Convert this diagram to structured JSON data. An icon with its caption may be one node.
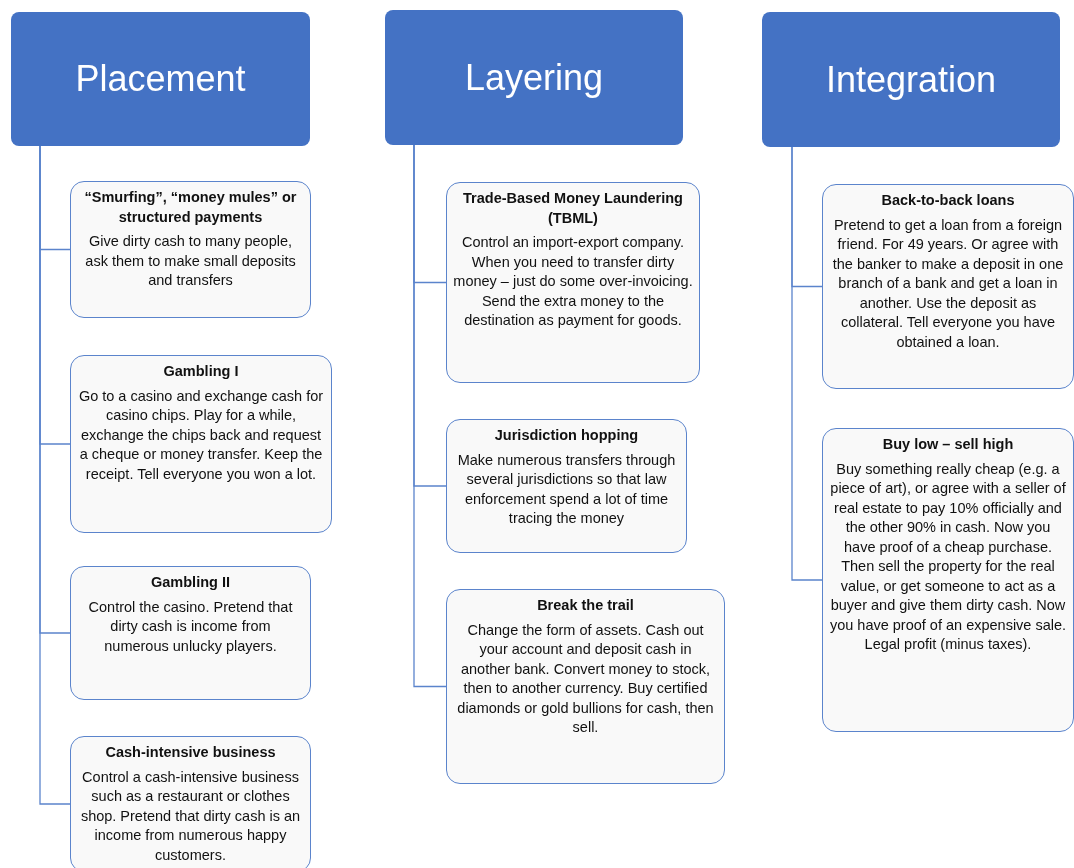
{
  "diagram": {
    "nodes": [
      {
        "text": [
          "Placement"
        ]
      },
      {
        "text": [
          "“Smurfing”, “money mules” or structured payments",
          "Give dirty cash to many people,  ask them to make small deposits and transfers"
        ]
      },
      {
        "text": [
          "Gambling I",
          "Go to a casino and exchange cash for casino chips. Play for a while, exchange the chips back and request a cheque or money transfer. Keep the receipt. Tell everyone you won a lot."
        ]
      },
      {
        "text": [
          "Gambling II",
          "Control the casino. Pretend that dirty cash is income from numerous unlucky players."
        ]
      },
      {
        "text": [
          "Cash-intensive business",
          "Control a cash-intensive business such as a restaurant or clothes shop. Pretend that dirty cash is an income from numerous happy customers."
        ]
      },
      {
        "text": [
          "Layering"
        ]
      },
      {
        "text": [
          "Trade-Based Money Laundering (TBML)",
          "Control an import-export company. When you need to transfer dirty money – just do some over-invoicing. Send the extra money to the destination as payment for goods."
        ]
      },
      {
        "text": [
          "Jurisdiction hopping",
          "Make numerous transfers through several jurisdictions so that law enforcement spend a lot of time tracing the money"
        ]
      },
      {
        "text": [
          "Break the trail",
          "Change the form of assets. Cash out your account and deposit cash in another bank. Convert money to stock, then to another currency. Buy certified diamonds or gold bullions for cash, then sell."
        ]
      },
      {
        "text": [
          "Integration"
        ]
      },
      {
        "text": [
          "Back-to-back loans",
          "Pretend to get a loan from a foreign friend. For 49 years. Or agree with the banker to make a deposit in one branch of a bank and get a loan in another. Use the deposit as collateral. Tell everyone you have obtained a loan."
        ]
      },
      {
        "text": [
          "Buy low – sell high",
          "Buy something really cheap (e.g.  a piece of art), or agree with a seller of real estate to pay 10% officially and the other 90% in cash. Now you have proof of a cheap purchase. Then sell the property for the real value, or get someone to act as a buyer and give them dirty cash. Now you have proof of an expensive sale. Legal profit (minus taxes)."
        ]
      }
    ],
    "edges": [
      {
        "from": 0,
        "to": 1,
        "arrow": "none"
      },
      {
        "from": 0,
        "to": 2,
        "arrow": "none"
      },
      {
        "from": 0,
        "to": 3,
        "arrow": "none"
      },
      {
        "from": 0,
        "to": 4,
        "arrow": "none"
      },
      {
        "from": 5,
        "to": 6,
        "arrow": "none"
      },
      {
        "from": 5,
        "to": 7,
        "arrow": "none"
      },
      {
        "from": 5,
        "to": 8,
        "arrow": "none"
      },
      {
        "from": 9,
        "to": 10,
        "arrow": "none"
      },
      {
        "from": 9,
        "to": 11,
        "arrow": "none"
      }
    ]
  }
}
